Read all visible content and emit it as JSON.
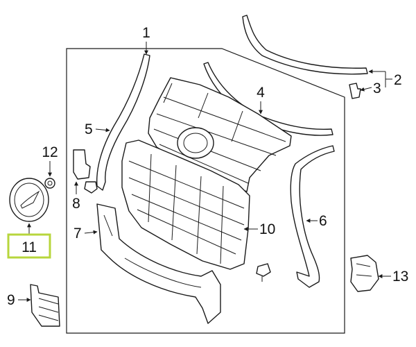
{
  "callouts": {
    "c1": "1",
    "c2": "2",
    "c3": "3",
    "c4": "4",
    "c5": "5",
    "c6": "6",
    "c7": "7",
    "c8": "8",
    "c9": "9",
    "c10": "10",
    "c11": "11",
    "c12": "12",
    "c13": "13"
  },
  "highlighted_callout": "11",
  "colors": {
    "highlight": "#b7d63c",
    "line": "#1a1a1a",
    "background": "#ffffff"
  }
}
